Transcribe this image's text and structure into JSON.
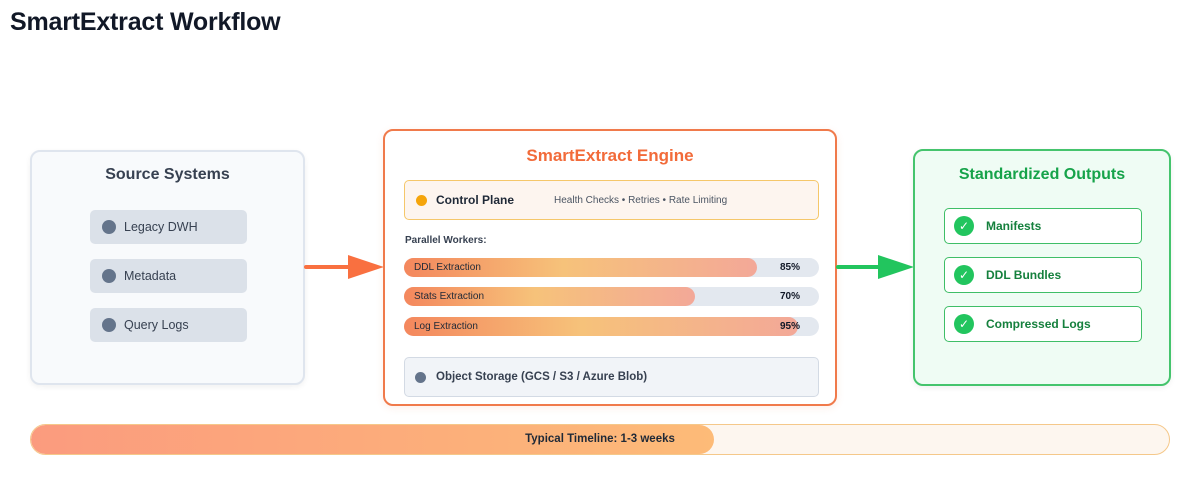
{
  "title": "SmartExtract Workflow",
  "source": {
    "title": "Source Systems",
    "items": [
      {
        "label": "Legacy DWH"
      },
      {
        "label": "Metadata"
      },
      {
        "label": "Query Logs"
      }
    ]
  },
  "engine": {
    "title": "SmartExtract Engine",
    "control_plane": {
      "label": "Control Plane",
      "details": "Health Checks • Retries • Rate Limiting"
    },
    "workers_label": "Parallel Workers:",
    "workers": [
      {
        "label": "DDL Extraction",
        "percent_text": "85%",
        "progress": 0.85
      },
      {
        "label": "Stats Extraction",
        "percent_text": "70%",
        "progress": 0.7
      },
      {
        "label": "Log Extraction",
        "percent_text": "95%",
        "progress": 0.95
      }
    ],
    "storage_label": "Object Storage (GCS / S3 / Azure Blob)"
  },
  "outputs": {
    "title": "Standardized Outputs",
    "items": [
      {
        "label": "Manifests",
        "icon": "check-icon"
      },
      {
        "label": "DDL Bundles",
        "icon": "check-icon"
      },
      {
        "label": "Compressed Logs",
        "icon": "check-icon"
      }
    ]
  },
  "timeline": {
    "label": "Typical Timeline: 1-3 weeks",
    "progress": 0.6
  },
  "colors": {
    "engine_accent": "#f26b3a",
    "output_accent": "#22c55e",
    "source_arrow": "#f97040",
    "output_arrow": "#22c55e"
  }
}
